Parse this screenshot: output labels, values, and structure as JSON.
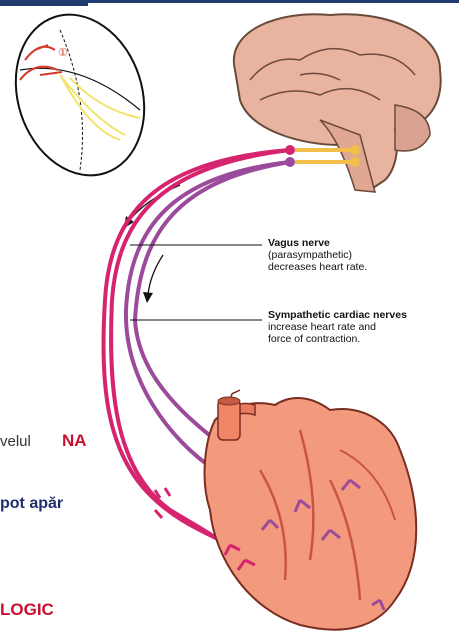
{
  "vagus": {
    "title": "Vagus nerve",
    "line2": "(parasympathetic)",
    "line3": "decreases heart rate."
  },
  "sympathetic": {
    "title": "Sympathetic cardiac nerves",
    "line2": "increase heart rate and",
    "line3": "force of contraction."
  },
  "inset": {
    "marker": "①"
  },
  "slide_text": {
    "frag1_a": "velul",
    "frag1_b": "NA",
    "frag2": "pot apăr",
    "frag3": "LOGIC"
  },
  "colors": {
    "vagus": "#d6246e",
    "sympathetic": "#9b4a9c",
    "heart": "#f39a7e",
    "brain": "#e8b4a0",
    "title_bar": "#1f3a6e"
  }
}
